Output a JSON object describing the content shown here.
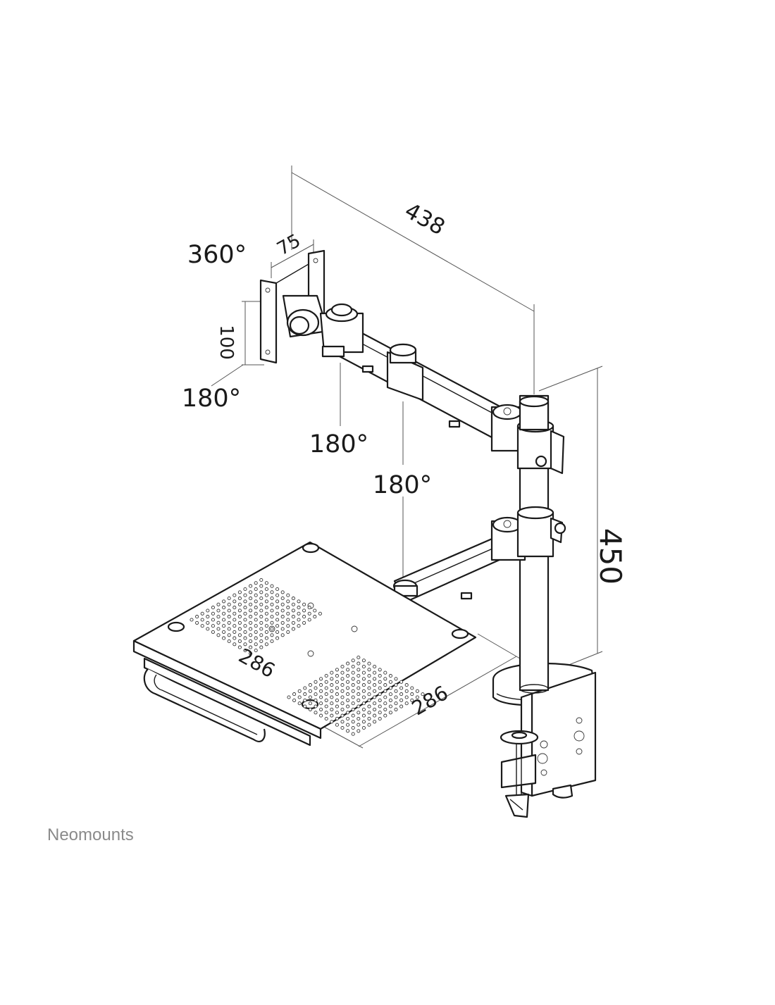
{
  "diagram": {
    "dimensions": {
      "arm_length": "438",
      "vesa_width": "75",
      "vesa_height": "100",
      "pole_height": "450",
      "tray_depth": "286",
      "tray_width": "286"
    },
    "angles": {
      "vesa_rotation": "360°",
      "vesa_tilt": "180°",
      "arm_joint_1": "180°",
      "arm_joint_2": "180°"
    },
    "brand": "Neomounts"
  }
}
